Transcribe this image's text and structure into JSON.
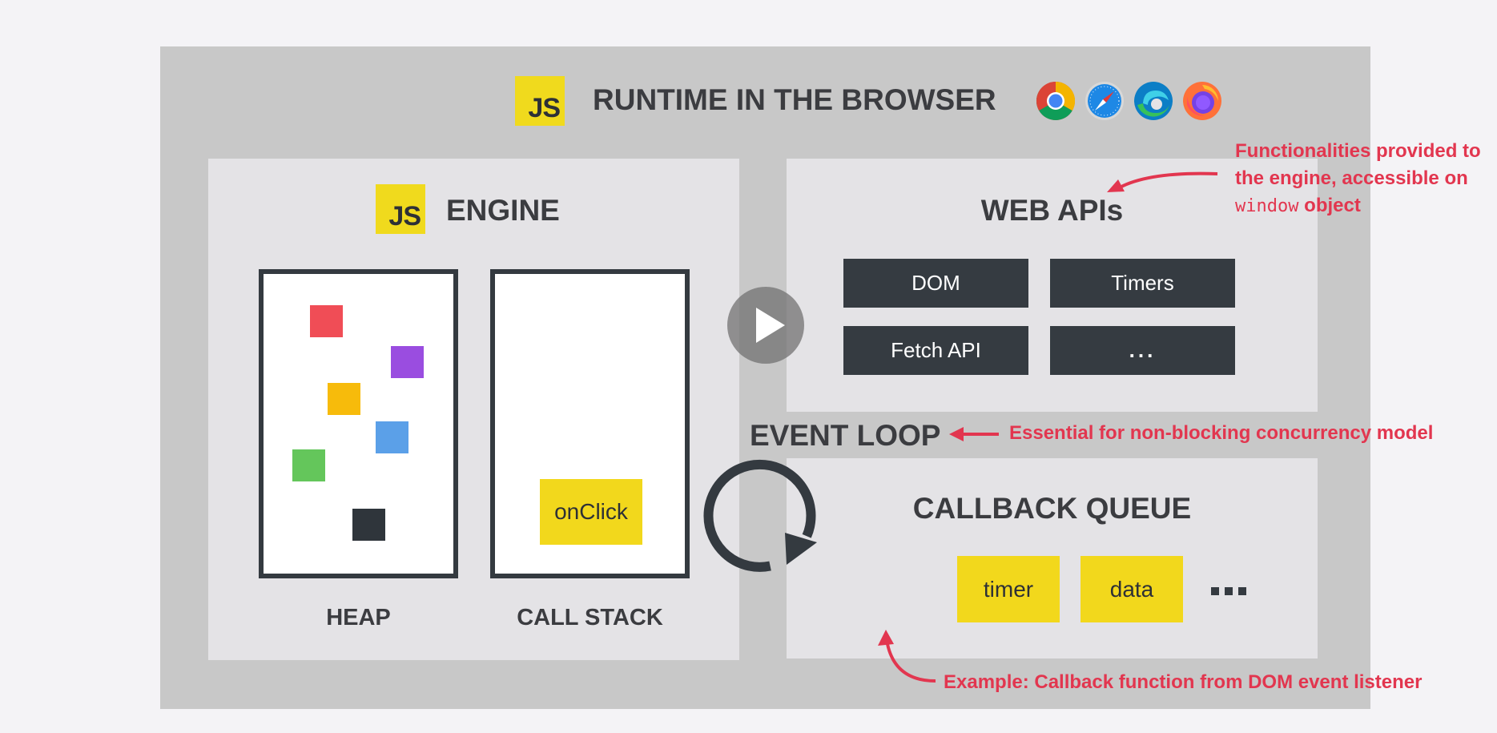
{
  "runtime": {
    "badge": "JS",
    "title": "RUNTIME IN THE BROWSER",
    "browser_icons": [
      "chrome-icon",
      "safari-icon",
      "edge-icon",
      "firefox-icon"
    ]
  },
  "engine": {
    "badge": "JS",
    "title": "ENGINE",
    "heap_label": "HEAP",
    "callstack_label": "CALL STACK",
    "callstack_item": "onClick",
    "heap_object_colors": [
      "#f04d56",
      "#9a4de0",
      "#f7bb0b",
      "#5ba0e8",
      "#64c65b",
      "#2f353b"
    ]
  },
  "web_apis": {
    "title": "WEB APIs",
    "items": [
      "DOM",
      "Timers",
      "Fetch API",
      "..."
    ]
  },
  "event_loop": {
    "title": "EVENT LOOP"
  },
  "callback_queue": {
    "title": "CALLBACK QUEUE",
    "items": [
      "timer",
      "data"
    ]
  },
  "annotations": {
    "web_apis_line1": "Functionalities provided to",
    "web_apis_line2": "the engine, accessible on",
    "web_apis_line3_code": "window",
    "web_apis_line3_rest": " object",
    "event_loop": "Essential for non-blocking concurrency model",
    "callback": "Example: Callback function from DOM event listener"
  },
  "colors": {
    "js_yellow": "#f0da1d",
    "dark": "#343a40",
    "annotation_red": "#e2364f"
  },
  "icons": {
    "play": "play-icon",
    "event_loop": "loop-arrow-icon"
  }
}
